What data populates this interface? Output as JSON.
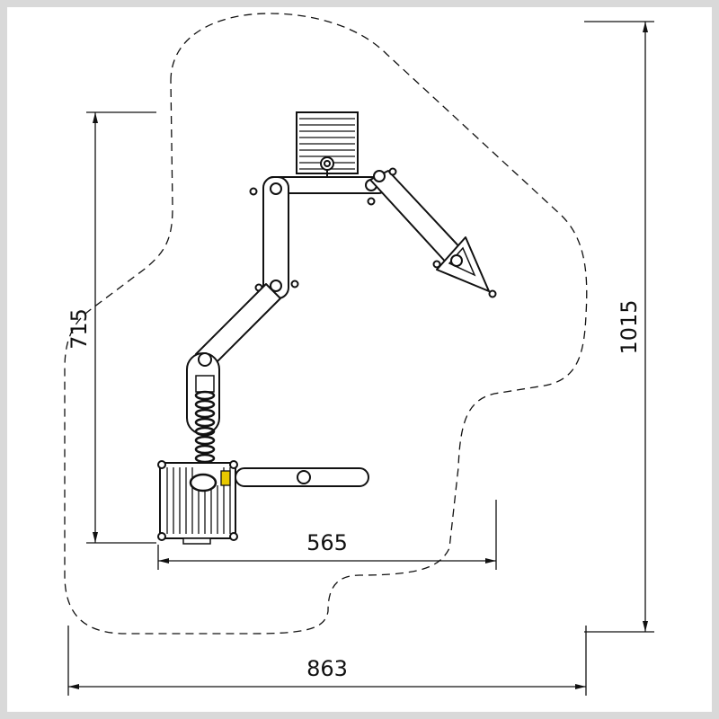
{
  "dimensions": {
    "width_overall": "863",
    "height_overall": "1015",
    "width_inner": "565",
    "height_inner": "715"
  },
  "colors": {
    "line": "#111111",
    "background": "#ffffff",
    "border": "#d9d9d9",
    "accent": "#e8c800"
  }
}
